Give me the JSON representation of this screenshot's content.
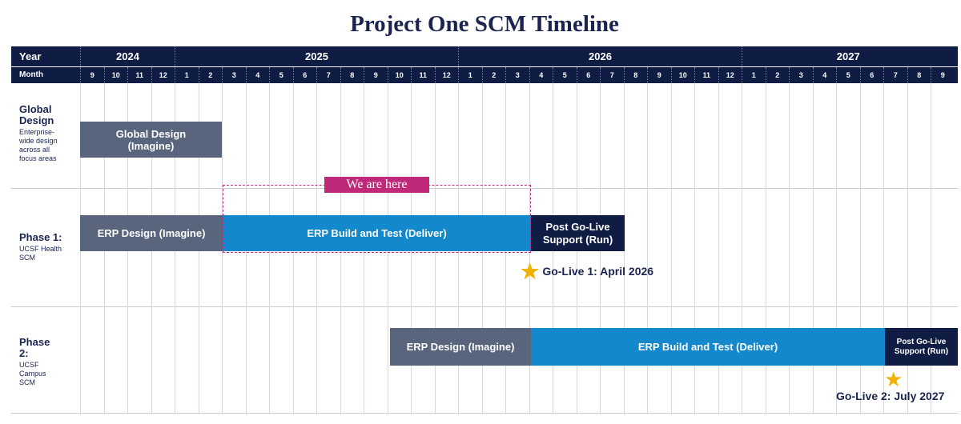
{
  "title": "Project One SCM Timeline",
  "header": {
    "year_label": "Year",
    "month_label": "Month",
    "years": [
      {
        "label": "2024",
        "months": 4
      },
      {
        "label": "2025",
        "months": 12
      },
      {
        "label": "2026",
        "months": 12
      },
      {
        "label": "2027",
        "months": 9
      }
    ],
    "months": [
      "9",
      "10",
      "11",
      "12",
      "1",
      "2",
      "3",
      "4",
      "5",
      "6",
      "7",
      "8",
      "9",
      "10",
      "11",
      "12",
      "1",
      "2",
      "3",
      "4",
      "5",
      "6",
      "7",
      "8",
      "9",
      "10",
      "11",
      "12",
      "1",
      "2",
      "3",
      "4",
      "5",
      "6",
      "7",
      "8",
      "9"
    ]
  },
  "rows": [
    {
      "name": "Global Design",
      "description": "Enterprise-wide design across all focus areas"
    },
    {
      "name": "Phase 1:",
      "description": "UCSF Health SCM"
    },
    {
      "name": "Phase 2:",
      "description": "UCSF Campus SCM"
    }
  ],
  "bars": {
    "global_design": "Global Design (Imagine)",
    "p1_design": "ERP Design (Imagine)",
    "p1_build": "ERP Build and Test (Deliver)",
    "p1_support": "Post Go-Live Support (Run)",
    "p2_design": "ERP Design (Imagine)",
    "p2_build": "ERP Build and Test (Deliver)",
    "p2_support": "Post Go-Live Support (Run)"
  },
  "we_are_here": "We are here",
  "milestones": {
    "golive1": "Go-Live 1: April 2026",
    "golive2": "Go-Live 2: July 2027"
  },
  "colors": {
    "header": "#0f1d45",
    "design_bar": "#59647d",
    "build_bar": "#1488cc",
    "support_bar": "#0f1d45",
    "highlight": "#c0287a",
    "star": "#f2b300"
  },
  "icons": {
    "milestone": "star-icon"
  }
}
